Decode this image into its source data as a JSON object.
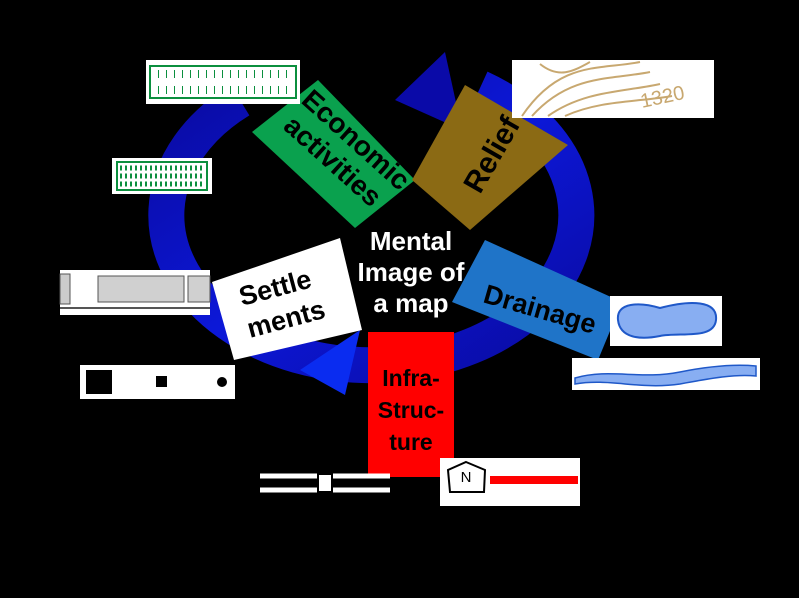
{
  "diagram": {
    "center_text": [
      "Mental",
      "Image of",
      "a map"
    ],
    "sectors": {
      "economic": {
        "line1": "Economic",
        "line2": "activities",
        "color": "#0aa14e"
      },
      "relief": {
        "label": "Relief",
        "color": "#8b6a14"
      },
      "drainage": {
        "label": "Drainage",
        "color": "#1f74c8"
      },
      "infrastructure": {
        "line1": "Infra-",
        "line2": "Struc-",
        "line3": "ture",
        "color": "#ff0000"
      },
      "settlements": {
        "line1": "Settle",
        "line2": "ments",
        "color": "#ffffff"
      }
    },
    "relief_symbol": {
      "contour_value": "1320"
    },
    "infrastructure_symbol": {
      "north_marker": "N"
    },
    "cycle_arrow_color": "#0a0aa8"
  }
}
